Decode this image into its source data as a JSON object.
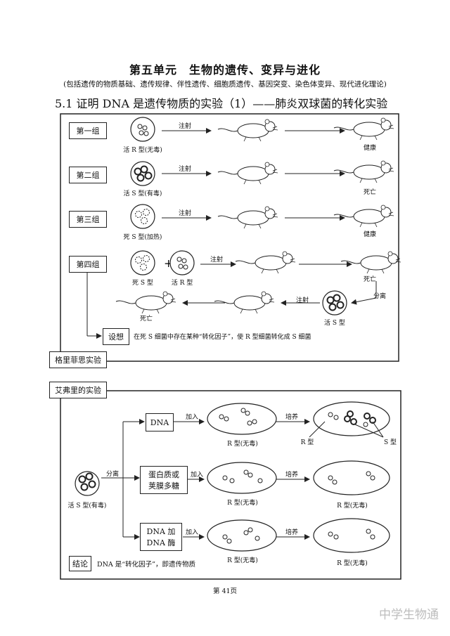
{
  "header": {
    "title": "第五单元　生物的遗传、变异与进化",
    "subtitle": "(包括遗传的物质基础、遗传规律、伴性遗传、细胞质遗传、基因突变、染色体变异、现代进化理论)",
    "section": "5.1 证明 DNA 是遗传物质的实验（1）——肺炎双球菌的转化实验"
  },
  "griffith": {
    "frame_label": "格里菲思实验",
    "groups": [
      "第一组",
      "第二组",
      "第三组",
      "第四组"
    ],
    "bacteria": [
      "活 R 型(无毒)",
      "活 S 型(有毒)",
      "死 S 型(加热)",
      "死 S 型",
      "活 R 型",
      "活 S 型"
    ],
    "inject": "注射",
    "outcomes": [
      "健康",
      "死亡",
      "健康",
      "死亡",
      "死亡"
    ],
    "separate": "分离",
    "hypothesis_label": "设想",
    "hypothesis": "在死 S 细菌中存在某种“转化因子”，使 R 型细菌转化成 S 细菌"
  },
  "avery": {
    "frame_label": "艾弗里的实验",
    "source": "活 S 型(有毒)",
    "separate": "分离",
    "add": "加入",
    "culture": "培养",
    "treatments": [
      {
        "lines": [
          "DNA"
        ]
      },
      {
        "lines": [
          "蛋白质或",
          "荚膜多糖"
        ]
      },
      {
        "lines": [
          "DNA 加",
          "DNA 酶"
        ]
      }
    ],
    "dish_label": "R 型(无毒)",
    "result_r": "R 型",
    "result_s": "S 型",
    "conclusion_label": "结论",
    "conclusion": "DNA 是“转化因子”，即遗传物质"
  },
  "footer": {
    "page": "第 41页",
    "watermark": "中学生物通"
  }
}
